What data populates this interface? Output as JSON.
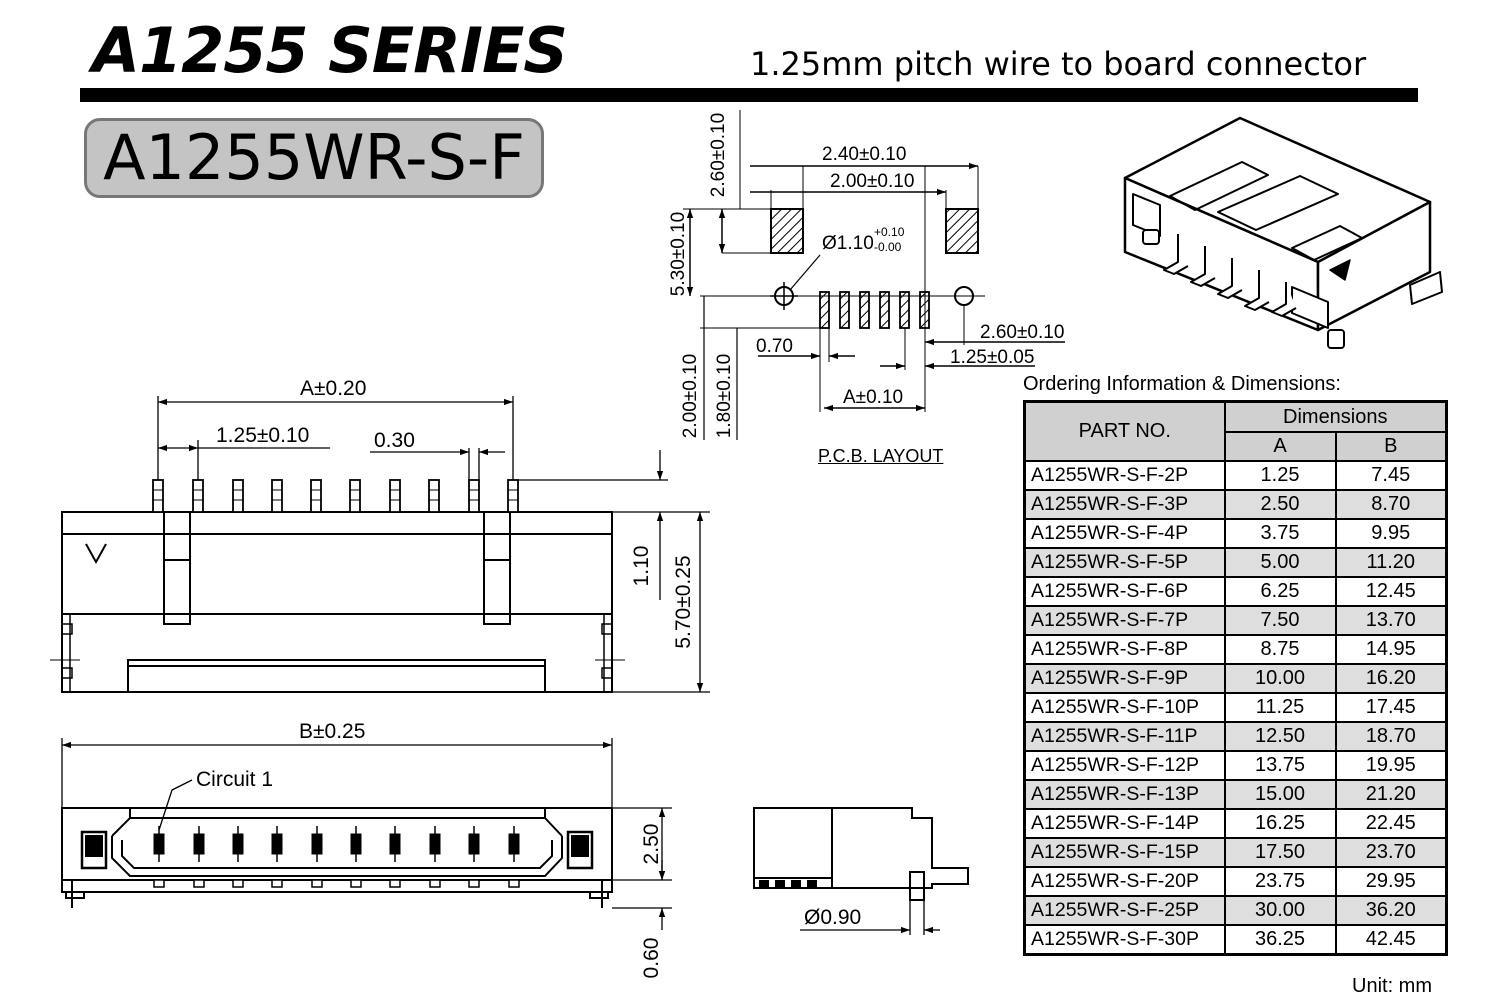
{
  "header": {
    "series": "A1255 SERIES",
    "subtitle": "1.25mm pitch wire to board connector",
    "part_code": "A1255WR-S-F"
  },
  "pcb_layout": {
    "label": "P.C.B. LAYOUT",
    "dim_2_60_v": "2.60±0.10",
    "dim_5_30": "5.30±0.10",
    "dim_2_00_v": "2.00±0.10",
    "dim_1_80": "1.80±0.10",
    "dim_2_40": "2.40±0.10",
    "dim_2_00_h": "2.00±0.10",
    "hole_main": "Ø1.10",
    "hole_tol_plus": "+0.10",
    "hole_tol_minus": "-0.00",
    "dim_0_70": "0.70",
    "dim_a": "A±0.10",
    "dim_2_60_h": "2.60±0.10",
    "dim_1_25": "1.25±0.05"
  },
  "front_view": {
    "dim_a": "A±0.20",
    "dim_pitch": "1.25±0.10",
    "dim_0_30": "0.30",
    "dim_1_10": "1.10",
    "dim_5_70": "5.70±0.25"
  },
  "top_view": {
    "dim_b": "B±0.25",
    "circuit_label": "Circuit 1",
    "dim_2_50": "2.50",
    "dim_0_60": "0.60"
  },
  "side_view": {
    "dim_0_90": "Ø0.90"
  },
  "ordering": {
    "title": "Ordering Information & Dimensions:",
    "col_part": "PART NO.",
    "col_dims": "Dimensions",
    "col_a": "A",
    "col_b": "B",
    "rows": [
      {
        "part": "A1255WR-S-F-2P",
        "a": "1.25",
        "b": "7.45"
      },
      {
        "part": "A1255WR-S-F-3P",
        "a": "2.50",
        "b": "8.70"
      },
      {
        "part": "A1255WR-S-F-4P",
        "a": "3.75",
        "b": "9.95"
      },
      {
        "part": "A1255WR-S-F-5P",
        "a": "5.00",
        "b": "11.20"
      },
      {
        "part": "A1255WR-S-F-6P",
        "a": "6.25",
        "b": "12.45"
      },
      {
        "part": "A1255WR-S-F-7P",
        "a": "7.50",
        "b": "13.70"
      },
      {
        "part": "A1255WR-S-F-8P",
        "a": "8.75",
        "b": "14.95"
      },
      {
        "part": "A1255WR-S-F-9P",
        "a": "10.00",
        "b": "16.20"
      },
      {
        "part": "A1255WR-S-F-10P",
        "a": "11.25",
        "b": "17.45"
      },
      {
        "part": "A1255WR-S-F-11P",
        "a": "12.50",
        "b": "18.70"
      },
      {
        "part": "A1255WR-S-F-12P",
        "a": "13.75",
        "b": "19.95"
      },
      {
        "part": "A1255WR-S-F-13P",
        "a": "15.00",
        "b": "21.20"
      },
      {
        "part": "A1255WR-S-F-14P",
        "a": "16.25",
        "b": "22.45"
      },
      {
        "part": "A1255WR-S-F-15P",
        "a": "17.50",
        "b": "23.70"
      },
      {
        "part": "A1255WR-S-F-20P",
        "a": "23.75",
        "b": "29.95"
      },
      {
        "part": "A1255WR-S-F-25P",
        "a": "30.00",
        "b": "36.20"
      },
      {
        "part": "A1255WR-S-F-30P",
        "a": "36.25",
        "b": "42.45"
      }
    ],
    "unit": "Unit: mm"
  }
}
